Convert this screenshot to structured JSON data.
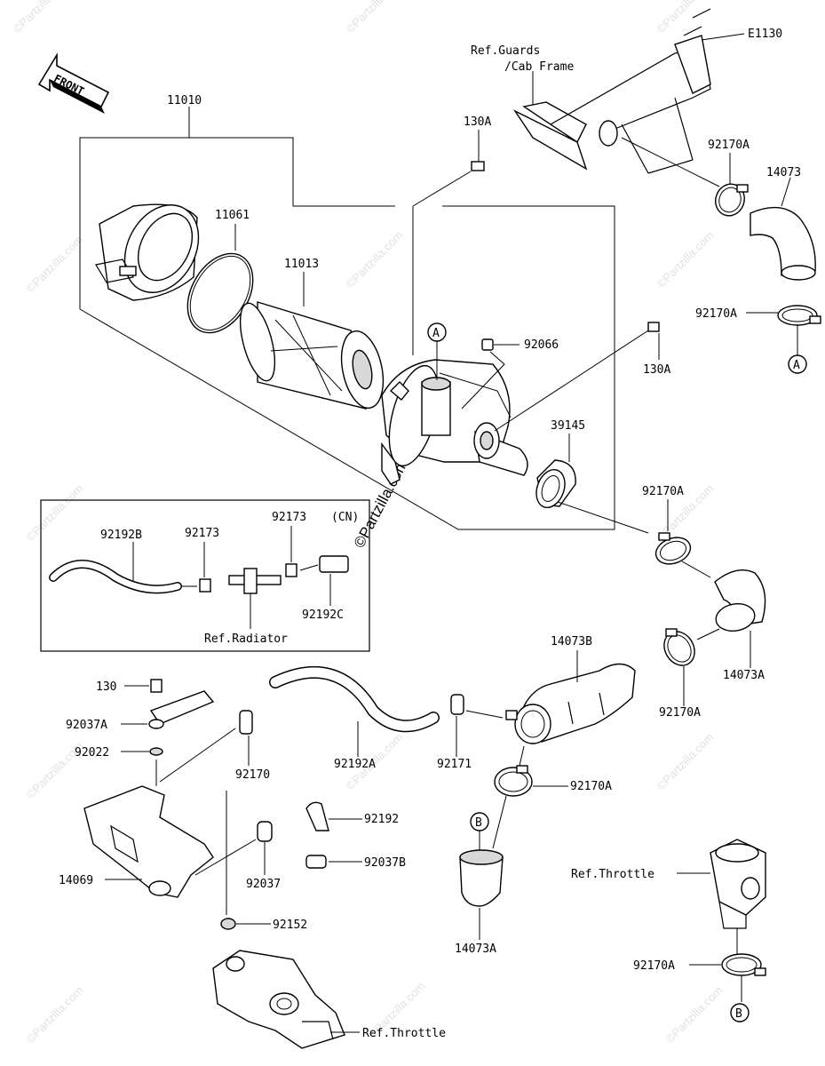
{
  "diagram_id": "E1130",
  "front_label": "FRONT",
  "watermark_center": "©Partzilla.com",
  "watermark_tile": "©Partzilla.com",
  "ref_labels": {
    "guards_line1": "Ref.Guards",
    "guards_line2": "/Cab Frame",
    "radiator": "Ref.Radiator",
    "throttle_right": "Ref.Throttle",
    "throttle_bottom": "Ref.Throttle"
  },
  "inset_region": "(CN)",
  "callouts": {
    "A_top": "A",
    "A_right": "A",
    "B_center": "B",
    "B_right": "B"
  },
  "part_numbers": {
    "p11010": "11010",
    "p11061": "11061",
    "p11013": "11013",
    "p130A_top": "130A",
    "p130A_mid": "130A",
    "p92066": "92066",
    "p92170A_1": "92170A",
    "p92170A_2": "92170A",
    "p92170A_3": "92170A",
    "p92170A_4": "92170A",
    "p92170A_5": "92170A",
    "p92170A_6": "92170A",
    "p14073": "14073",
    "p39145": "39145",
    "p14073A_1": "14073A",
    "p14073A_2": "14073A",
    "p14073B": "14073B",
    "p92192B": "92192B",
    "p92173_1": "92173",
    "p92173_2": "92173",
    "p92192C": "92192C",
    "p130": "130",
    "p92037A": "92037A",
    "p92022": "92022",
    "p92170": "92170",
    "p92192A": "92192A",
    "p92171": "92171",
    "p14069": "14069",
    "p92037": "92037",
    "p92192": "92192",
    "p92037B": "92037B",
    "p92152": "92152"
  }
}
